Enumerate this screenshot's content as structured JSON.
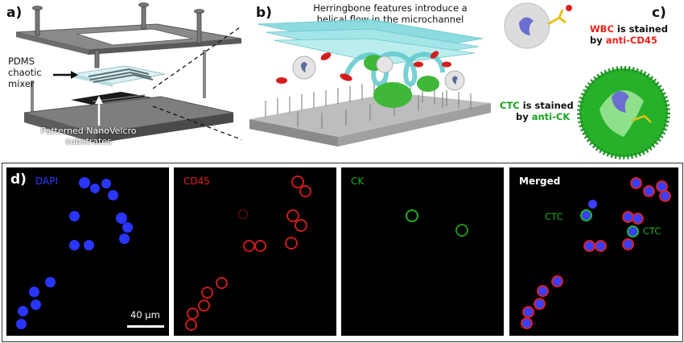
{
  "panels": {
    "a": {
      "label": "a)",
      "mixer_label": "PDMS chaotic mixer",
      "substrate_label": "Patterned NanoVelcro substrates"
    },
    "b": {
      "label": "b)",
      "caption": "Herringbone features introduce a helical flow in the microchannel"
    },
    "c": {
      "label": "c)",
      "wbc_term": "WBC",
      "wbc_mid": " is stained",
      "wbc_by": "by ",
      "wbc_antibody": "anti-CD45",
      "ctc_term": "CTC",
      "ctc_mid": " is stained",
      "ctc_by": "by ",
      "ctc_antibody": "anti-CK"
    },
    "d": {
      "label": "d)",
      "channels": [
        {
          "name": "DAPI",
          "color": "#2f3cff"
        },
        {
          "name": "CD45",
          "color": "#e02020"
        },
        {
          "name": "CK",
          "color": "#20b020"
        },
        {
          "name": "Merged",
          "color": "#ffffff"
        }
      ],
      "merged_ctc_1": "CTC",
      "merged_ctc_2": "CTC",
      "scale_bar": "40 μm"
    }
  },
  "colors": {
    "wbc_red": "#e8231b",
    "ctc_green": "#15a41c",
    "dapi_blue": "#2f3cff",
    "cd45_red": "#d42020",
    "ck_green": "#22aa22"
  }
}
